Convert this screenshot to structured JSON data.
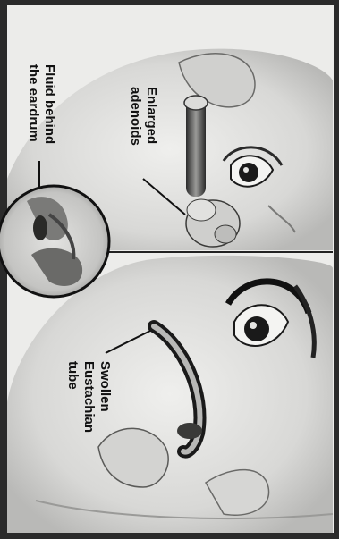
{
  "labels": {
    "fluid": {
      "line1": "Fluid behind",
      "line2": "the eardrum"
    },
    "adenoids": {
      "line1": "Enlarged",
      "line2": "adenoids"
    },
    "eustachian": {
      "line1": "Swollen",
      "line2": "Eustachian",
      "line3": "tube"
    }
  },
  "colors": {
    "paper": "#e9e9e7",
    "skin": "#dcdcda",
    "shadow": "#8a8a88",
    "ink": "#111111",
    "frame": "#1a1a1a"
  }
}
